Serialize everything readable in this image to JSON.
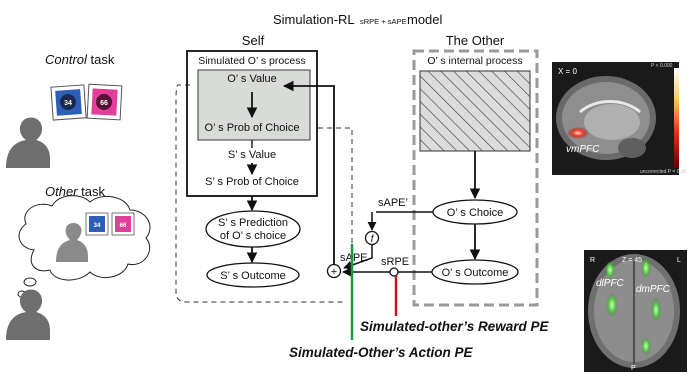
{
  "title": "Simulation-RL",
  "title_sub": "sRPE + sAPE",
  "title_suffix": "model",
  "left": {
    "control_task_italic": "Control",
    "control_task_rest": " task",
    "other_task_italic": "Other",
    "other_task_rest": " task",
    "card_left_value": "34",
    "card_right_value": "66"
  },
  "self": {
    "heading": "Self",
    "process_label": "Simulated O’ s process",
    "o_value": "O’ s Value",
    "o_prob": "O’ s Prob of Choice",
    "s_value": "S’ s Value",
    "s_prob": "S’ s Prob of Choice",
    "s_prediction_line1": "S’ s Prediction",
    "s_prediction_line2": "of O’ s choice",
    "s_outcome": "S’ s Outcome"
  },
  "other": {
    "heading": "The Other",
    "process_label": "O’ s internal process",
    "o_choice": "O’ s Choice",
    "o_outcome": "O’ s Outcome"
  },
  "signals": {
    "sape_prime": "sAPE’",
    "sape": "sAPE",
    "srpe": "sRPE",
    "gain": "f",
    "sum": "+"
  },
  "legend": {
    "reward_pe": "Simulated-other’s Reward PE",
    "action_pe": "Simulated-Other’s Action PE"
  },
  "brain_top": {
    "slice": "X = 0",
    "region": "vmPFC",
    "scale_top": "P < 0.000",
    "scale_bottom": "uncorrected P = 0.00"
  },
  "brain_bottom": {
    "slice": "Z = 45",
    "left_marker": "R",
    "right_marker": "L",
    "posterior_marker": "P",
    "region_1": "dmPFC",
    "region_2": "dlPFC"
  },
  "colors": {
    "action_pe": "#1a9a3c",
    "reward_pe": "#c8141e",
    "other_box_dash": "#9a9a9a",
    "gray_fill": "#d9dbd8",
    "hatch_fill": "#dcdcdc"
  }
}
